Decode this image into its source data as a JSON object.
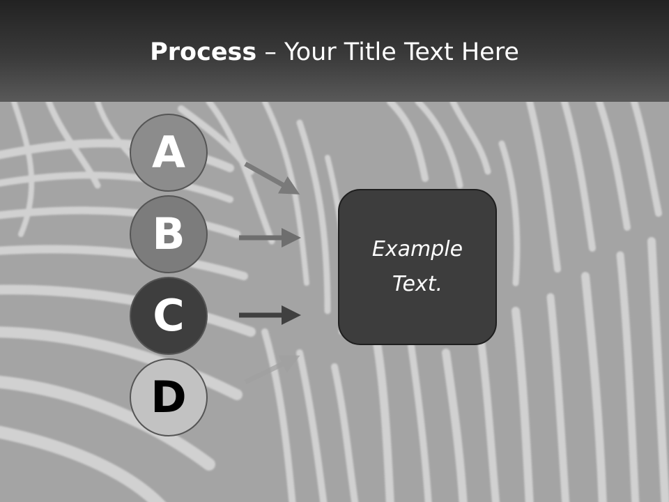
{
  "slide": {
    "title_bold": "Process",
    "title_rest": " – Your Title Text Here"
  },
  "steps": [
    {
      "letter": "A",
      "color": "#8c8c8c"
    },
    {
      "letter": "B",
      "color": "#7c7c7c"
    },
    {
      "letter": "C",
      "color": "#3e3e3e"
    },
    {
      "letter": "D",
      "color": "#c2c2c2"
    }
  ],
  "text_box": {
    "label": "Example Text.",
    "color": "#3d3d3d"
  },
  "background": {
    "pattern": "zebra-stripes-photo",
    "header_color": "#2a2a2a"
  }
}
